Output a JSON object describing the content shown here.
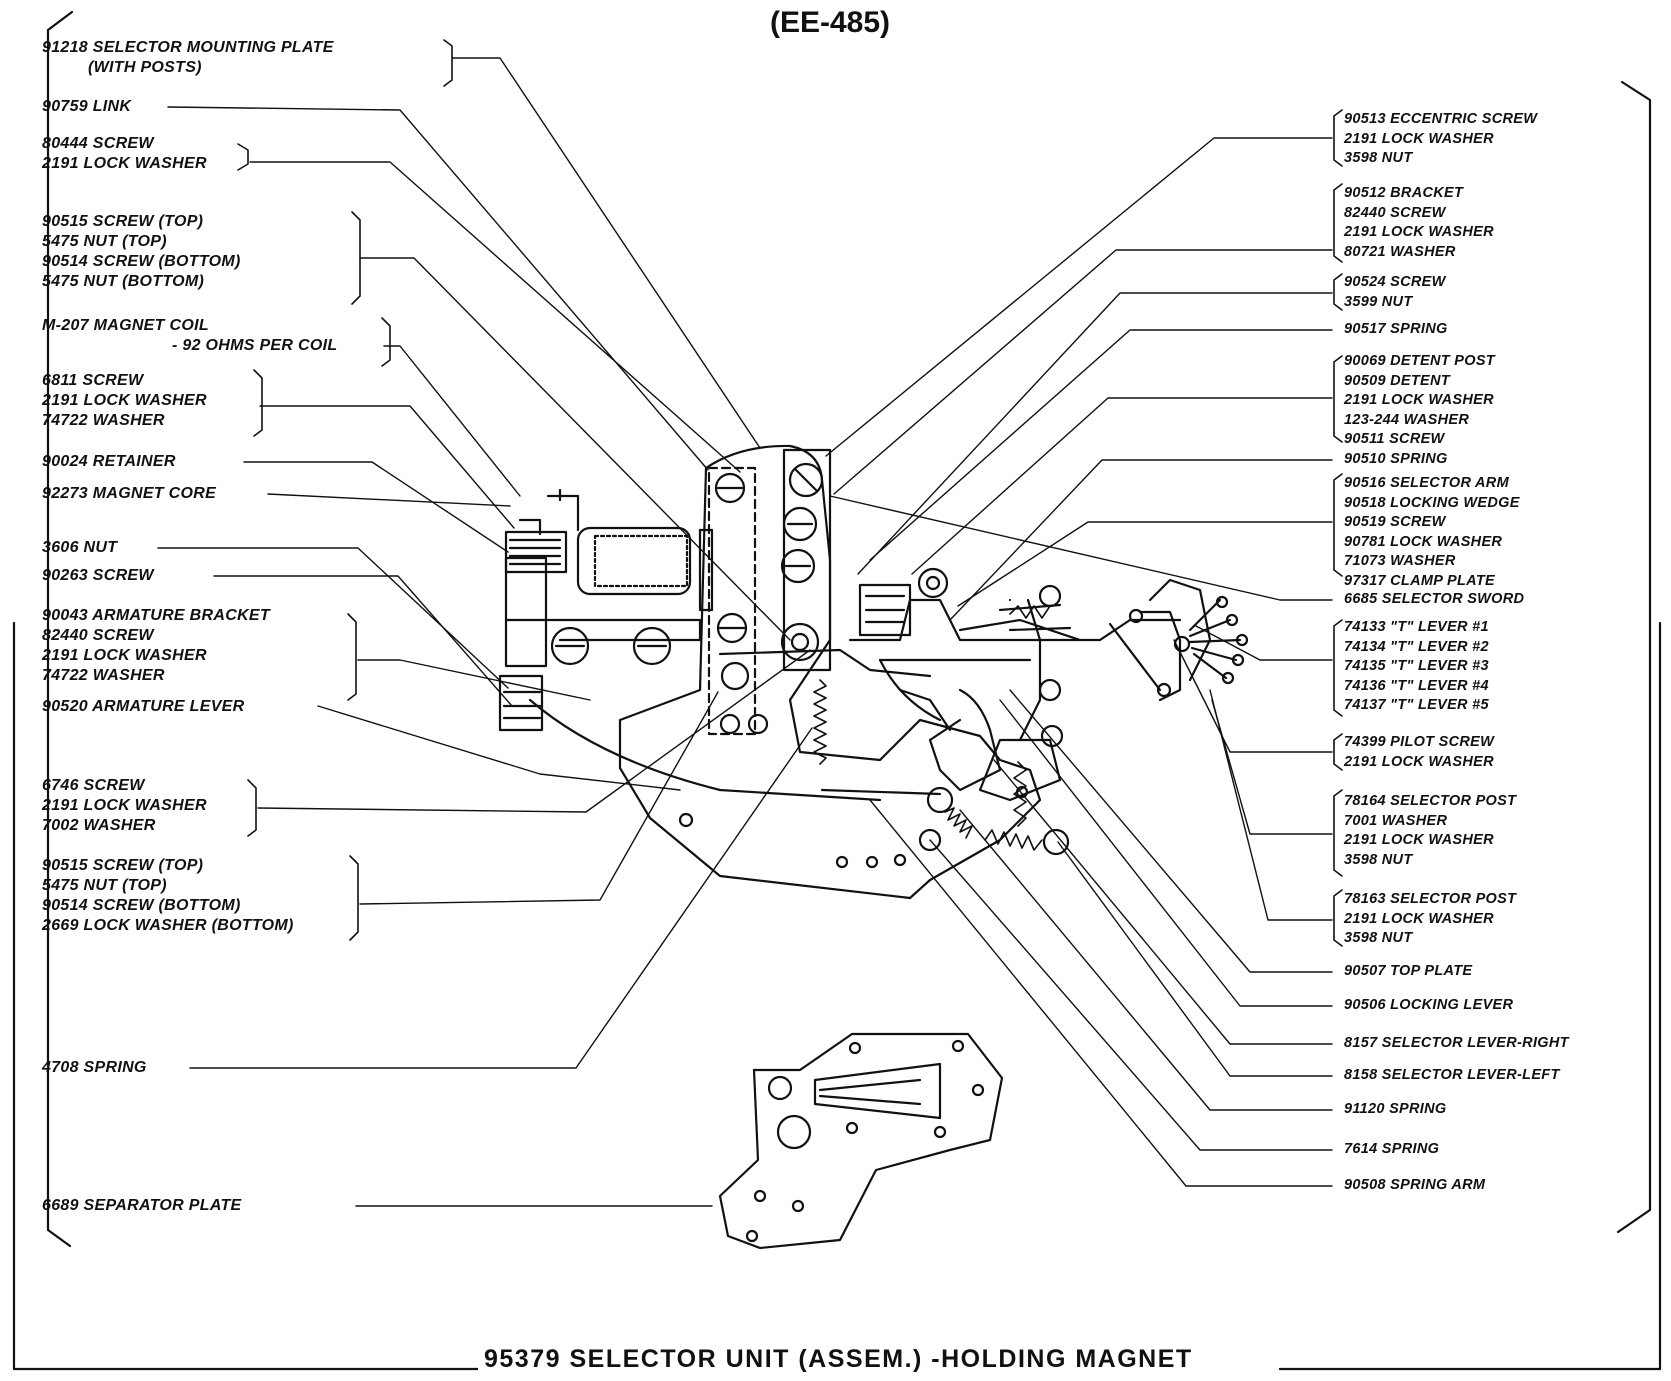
{
  "title_code": "(EE-485)",
  "bottom_title": "95379 SELECTOR UNIT (ASSEM.) -HOLDING MAGNET",
  "left_labels": [
    {
      "lines": [
        "91218 SELECTOR MOUNTING PLATE",
        "(WITH POSTS)"
      ]
    },
    {
      "lines": [
        "90759 LINK"
      ]
    },
    {
      "lines": [
        "80444 SCREW",
        "2191 LOCK WASHER"
      ]
    },
    {
      "lines": [
        "90515  SCREW (TOP)",
        "5475  NUT (TOP)",
        "90514  SCREW (BOTTOM)",
        "5475  NUT (BOTTOM)"
      ]
    },
    {
      "lines": [
        "M-207  MAGNET COIL",
        "- 92 OHMS PER COIL"
      ]
    },
    {
      "lines": [
        "6811  SCREW",
        "2191 LOCK WASHER",
        "74722 WASHER"
      ]
    },
    {
      "lines": [
        "90024 RETAINER"
      ]
    },
    {
      "lines": [
        "92273 MAGNET CORE"
      ]
    },
    {
      "lines": [
        "3606 NUT"
      ]
    },
    {
      "lines": [
        "90263 SCREW"
      ]
    },
    {
      "lines": [
        "90043 ARMATURE BRACKET",
        "82440 SCREW",
        "2191 LOCK WASHER",
        "74722 WASHER"
      ]
    },
    {
      "lines": [
        "90520 ARMATURE LEVER"
      ]
    },
    {
      "lines": [
        "6746  SCREW",
        "2191 LOCK WASHER",
        "7002 WASHER"
      ]
    },
    {
      "lines": [
        "90515 SCREW (TOP)",
        "5475 NUT (TOP)",
        "90514 SCREW (BOTTOM)",
        "2669 LOCK WASHER (BOTTOM)"
      ]
    },
    {
      "lines": [
        "4708  SPRING"
      ]
    },
    {
      "lines": [
        "6689  SEPARATOR  PLATE"
      ]
    }
  ],
  "right_labels": [
    {
      "lines": [
        "90513 ECCENTRIC SCREW",
        "2191 LOCK WASHER",
        "3598 NUT"
      ]
    },
    {
      "lines": [
        "90512 BRACKET",
        "82440 SCREW",
        "2191 LOCK WASHER",
        "80721  WASHER"
      ]
    },
    {
      "lines": [
        "90524  SCREW",
        "3599 NUT"
      ]
    },
    {
      "lines": [
        "90517 SPRING"
      ]
    },
    {
      "lines": [
        "90069 DETENT POST",
        "90509 DETENT",
        "2191 LOCK WASHER",
        "123-244 WASHER",
        "90511 SCREW"
      ]
    },
    {
      "lines": [
        "90510 SPRING"
      ]
    },
    {
      "lines": [
        "90516 SELECTOR ARM",
        "90518 LOCKING WEDGE",
        "90519 SCREW",
        "90781 LOCK WASHER",
        "71073 WASHER",
        "97317 CLAMP PLATE"
      ]
    },
    {
      "lines": [
        "6685 SELECTOR SWORD"
      ]
    },
    {
      "lines": [
        "74133 \"T\" LEVER #1",
        "74134 \"T\" LEVER #2",
        "74135 \"T\" LEVER #3",
        "74136 \"T\" LEVER #4",
        "74137 \"T\" LEVER #5"
      ]
    },
    {
      "lines": [
        "74399 PILOT SCREW",
        "2191 LOCK WASHER"
      ]
    },
    {
      "lines": [
        "78164 SELECTOR POST",
        "7001 WASHER",
        "2191 LOCK WASHER",
        "3598 NUT"
      ]
    },
    {
      "lines": [
        "78163 SELECTOR POST",
        "2191 LOCK WASHER",
        "3598 NUT"
      ]
    },
    {
      "lines": [
        "90507 TOP PLATE"
      ]
    },
    {
      "lines": [
        "90506 LOCKING LEVER"
      ]
    },
    {
      "lines": [
        "8157 SELECTOR LEVER-RIGHT"
      ]
    },
    {
      "lines": [
        "8158 SELECTOR LEVER-LEFT"
      ]
    },
    {
      "lines": [
        "91120 SPRING"
      ]
    },
    {
      "lines": [
        "7614 SPRING"
      ]
    },
    {
      "lines": [
        "90508 SPRING ARM"
      ]
    }
  ]
}
